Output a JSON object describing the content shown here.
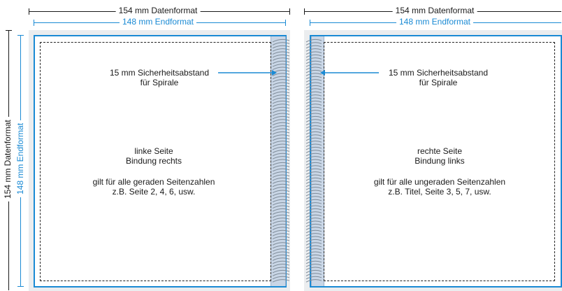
{
  "dimensions": {
    "datenformat": "154 mm Datenformat",
    "endformat": "148 mm Endformat"
  },
  "left_page": {
    "safety_note_line1": "15 mm Sicherheitsabstand",
    "safety_note_line2": "für Spirale",
    "side_line1": "linke Seite",
    "side_line2": "Bindung rechts",
    "rule_line1": "gilt für alle geraden Seitenzahlen",
    "rule_line2": "z.B. Seite 2, 4, 6, usw."
  },
  "right_page": {
    "safety_note_line1": "15 mm Sicherheitsabstand",
    "safety_note_line2": "für Spirale",
    "side_line1": "rechte Seite",
    "side_line2": "Bindung links",
    "rule_line1": "gilt für alle ungeraden Seitenzahlen",
    "rule_line2": "z.B. Titel, Seite 3, 5, 7, usw."
  },
  "colors": {
    "datenformat_line": "#1a1a1a",
    "endformat_line": "#1a8ad4",
    "page_background": "#ebedef",
    "spiral_strip": "#c9d6e6"
  }
}
